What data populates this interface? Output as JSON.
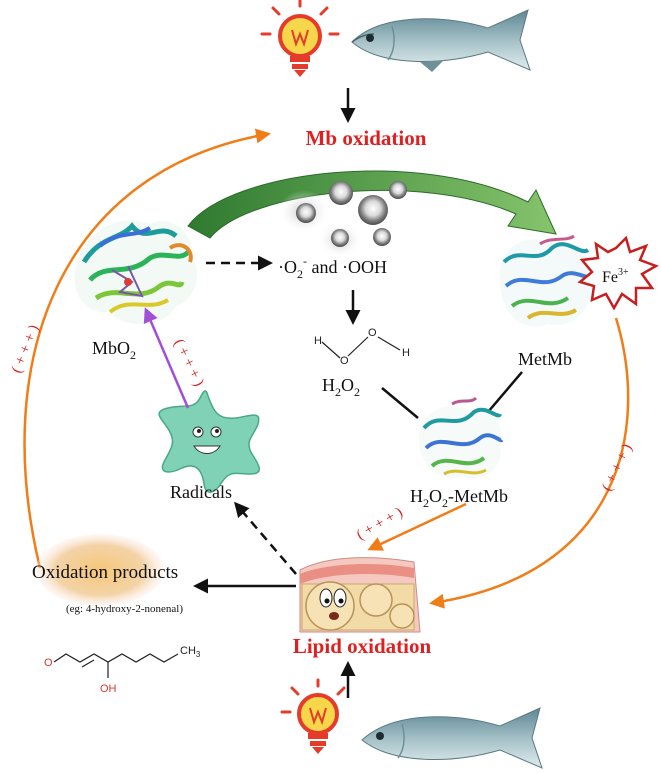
{
  "labels": {
    "mb_oxidation": "Mb oxidation",
    "lipid_oxidation": "Lipid oxidation",
    "mbo2_base": "MbO",
    "mbo2_sub": "2",
    "metmb": "MetMb",
    "fe": "Fe",
    "fe_sup": "3+",
    "radicals_base": "·O",
    "radicals_sub": "2",
    "radicals_sup": "-",
    "radicals_rest": " and ·OOH",
    "h2o2_a": "H",
    "h2o2_b": "2",
    "h2o2_c": "O",
    "h2o2_d": "2",
    "complex_a": "H",
    "complex_b": "2",
    "complex_c": "O",
    "complex_d": "2",
    "complex_e": "-MetMb",
    "radicals": "Radicals",
    "oxidation_products": "Oxidation products",
    "example": "(eg: 4-hydroxy-2-nonenal)",
    "plus_label": "( + + + )"
  },
  "chem_atoms": {
    "h_left": "H",
    "o_left": "O",
    "o_right": "O",
    "h_right": "H",
    "aldehyde_o": "O",
    "methyl": "CH",
    "methyl_sub": "3",
    "hydroxyl": "OH"
  },
  "colors": {
    "orange_arrow": "#f07d18",
    "green_arrow": "#3f8f3a",
    "purple_arrow": "#a24fd8",
    "red_text": "#e02020",
    "fish_body": "#8fb0b8",
    "star_fill": "#7fd2b6"
  }
}
